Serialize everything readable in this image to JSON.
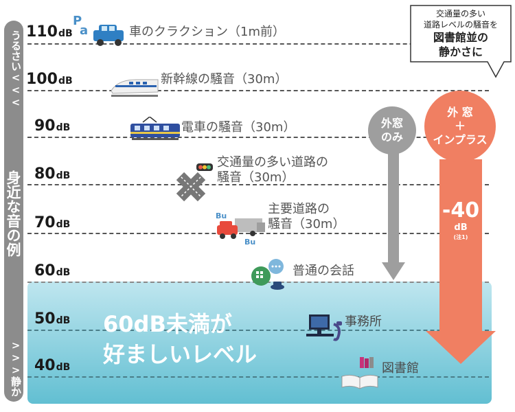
{
  "side": {
    "top_label": "うるさい<<<",
    "middle_label": "身近な音の例",
    "bottom_label": ">>>静か"
  },
  "levels": [
    {
      "value": "110",
      "unit": "dB"
    },
    {
      "value": "100",
      "unit": "dB"
    },
    {
      "value": "90",
      "unit": "dB"
    },
    {
      "value": "80",
      "unit": "dB"
    },
    {
      "value": "70",
      "unit": "dB"
    },
    {
      "value": "60",
      "unit": "dB"
    },
    {
      "value": "50",
      "unit": "dB"
    },
    {
      "value": "40",
      "unit": "dB"
    }
  ],
  "examples": {
    "car_horn": "車のクラクション（1m前）",
    "shinkansen": "新幹線の騒音（30m）",
    "train": "電車の騒音（30m）",
    "busy_road_1": "交通量の多い道路の",
    "busy_road_2": "騒音（30m）",
    "main_road_1": "主要道路の",
    "main_road_2": "騒音（30m）",
    "conversation": "普通の会話",
    "office": "事務所",
    "library": "図書館"
  },
  "zone": {
    "line1": "60dB未満が",
    "line2": "好ましいレベル"
  },
  "callout": {
    "line1": "交通量の多い",
    "line2": "道路レベルの騒音を",
    "line3": "図書館並の",
    "line4": "静かさに"
  },
  "grey_arrow": {
    "line1": "外窓",
    "line2": "のみ"
  },
  "orange_arrow": {
    "line1": "外 窓",
    "plus": "＋",
    "line2": "インプラス",
    "value": "-40",
    "unit": "dB",
    "note": "(注1)"
  },
  "colors": {
    "side_bar": "#8c8c8c",
    "zone_top": "#bfe6ef",
    "zone_bottom": "#62bfd2",
    "orange": "#f07f62",
    "grey_arrow": "#9e9e9e",
    "text_grey": "#555555"
  }
}
